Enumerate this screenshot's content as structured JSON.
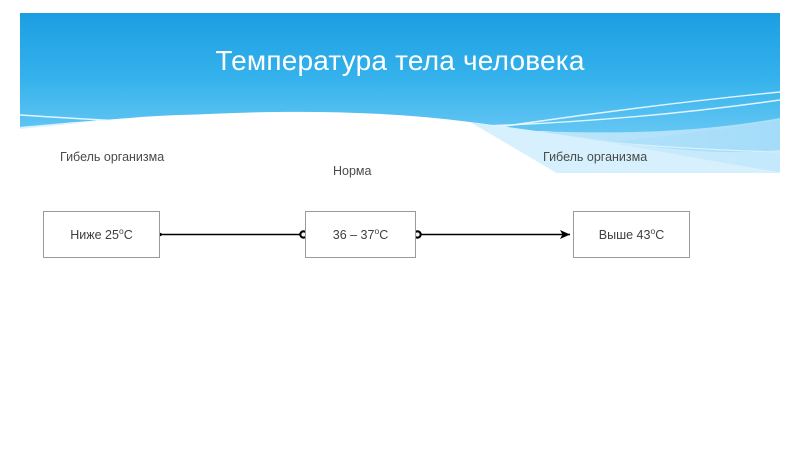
{
  "slide": {
    "title": "Температура тела человека",
    "background_color": "#ffffff"
  },
  "banner": {
    "name": "decorative-wave-banner",
    "gradient_top_color": "#1b9ee2",
    "gradient_bottom_color": "#63c6f3",
    "accent_light_color": "#a9defa",
    "accent_pale_color": "#cdecfc"
  },
  "captions": {
    "left": "Гибель организма",
    "center": "Норма",
    "right": "Гибель организма",
    "text_color": "#4a4a4a"
  },
  "diagram": {
    "type": "flow",
    "node_border_color": "#9a9a9a",
    "node_text_color": "#3f3f3f",
    "connector_color": "#000000",
    "nodes": [
      {
        "id": "low",
        "label_prefix": "Ниже 25",
        "degree_symbol": "o",
        "label_suffix": "С",
        "caption": "Гибель организма"
      },
      {
        "id": "normal",
        "label_prefix": "36 – 37",
        "degree_symbol": "o",
        "label_suffix": "С",
        "caption": "Норма"
      },
      {
        "id": "high",
        "label_prefix": "Выше 43",
        "degree_symbol": "o",
        "label_suffix": "С",
        "caption": "Гибель организма"
      }
    ],
    "connectors": [
      {
        "id": "normal-to-low",
        "from": "normal",
        "to": "low",
        "arrowhead": "left"
      },
      {
        "id": "normal-to-high",
        "from": "normal",
        "to": "high",
        "arrowhead": "right"
      }
    ]
  }
}
